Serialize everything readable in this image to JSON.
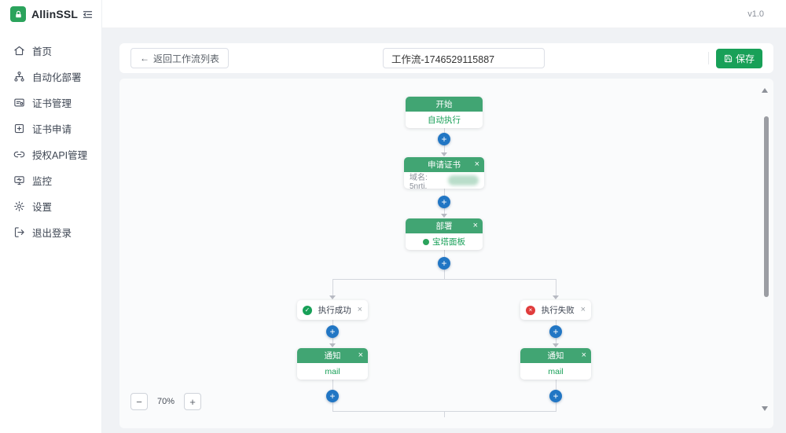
{
  "app": {
    "name": "AllinSSL",
    "version": "v1.0"
  },
  "sidebar": {
    "items": [
      {
        "label": "首页"
      },
      {
        "label": "自动化部署"
      },
      {
        "label": "证书管理"
      },
      {
        "label": "证书申请"
      },
      {
        "label": "授权API管理"
      },
      {
        "label": "监控"
      },
      {
        "label": "设置"
      },
      {
        "label": "退出登录"
      }
    ]
  },
  "toolbar": {
    "back_label": "返回工作流列表",
    "workflow_name": "工作流-1746529115887",
    "save_label": "保存"
  },
  "canvas": {
    "zoom_level": "70%",
    "nodes": {
      "start": {
        "title": "开始",
        "body": "自动执行"
      },
      "apply_cert": {
        "title": "申请证书",
        "domain_label": "域名: 5nrtj."
      },
      "deploy": {
        "title": "部署",
        "body": "宝塔面板"
      },
      "branch_success": {
        "label": "执行成功"
      },
      "branch_fail": {
        "label": "执行失败"
      },
      "notify_success": {
        "title": "通知",
        "body": "mail"
      },
      "notify_fail": {
        "title": "通知",
        "body": "mail"
      }
    }
  },
  "icons": {
    "back_arrow": "←",
    "close": "×",
    "plus": "+",
    "check": "✓",
    "cross": "×",
    "zoom_out": "−",
    "zoom_in": "+"
  },
  "colors": {
    "primary_green": "#18a058",
    "node_header_green": "#41a573",
    "plus_blue": "#2176c4",
    "fail_red": "#e03c3c"
  }
}
